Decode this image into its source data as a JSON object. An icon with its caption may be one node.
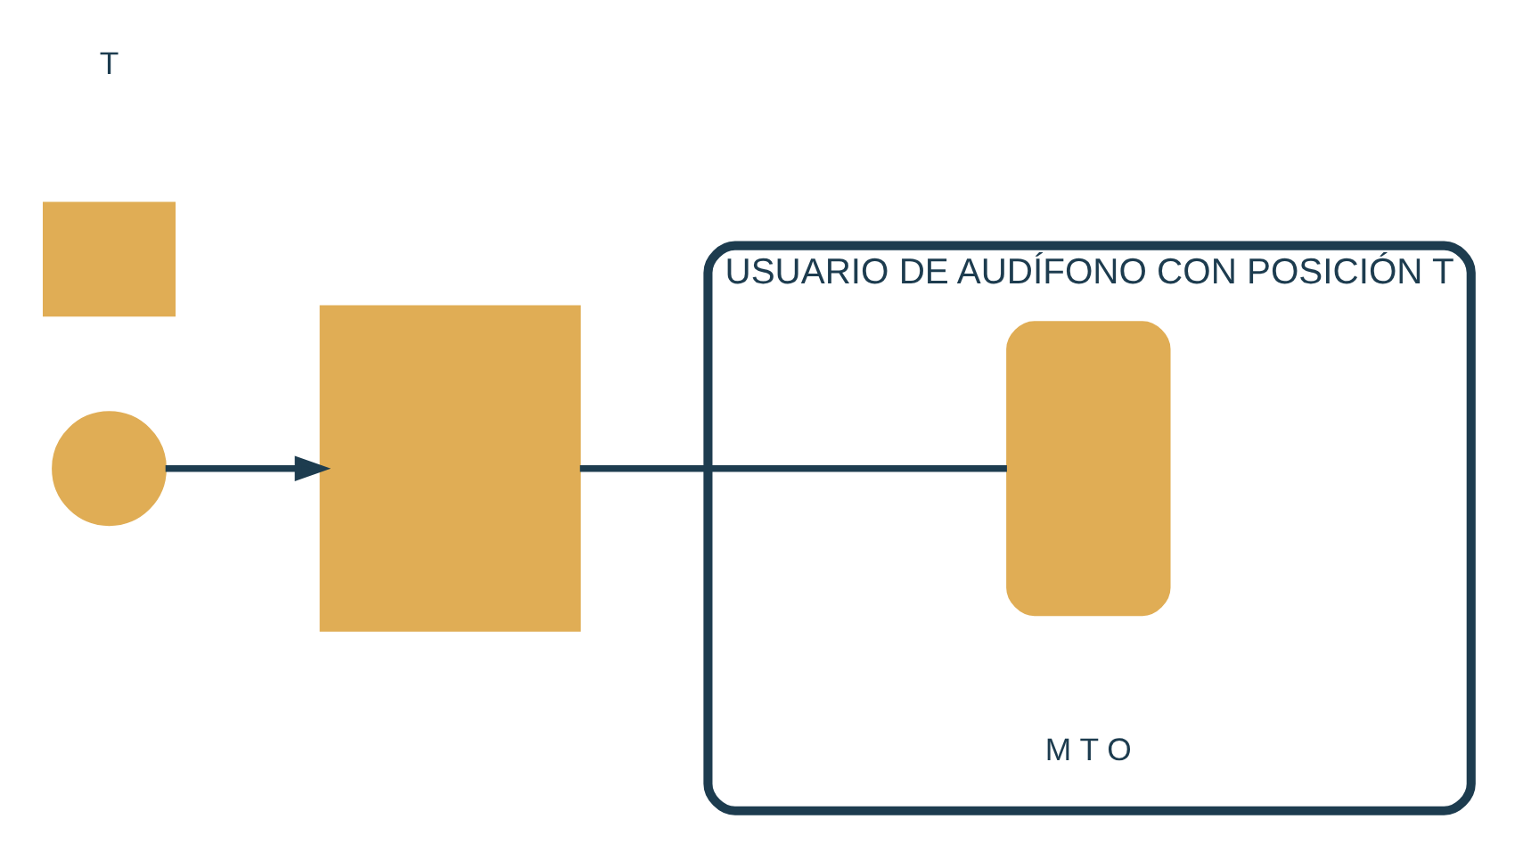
{
  "diagram": {
    "nodes": [
      {
        "text": [],
        "shape": "circle"
      },
      {
        "text": [],
        "shape": "box"
      },
      {
        "text": [],
        "shape": "box"
      },
      {
        "text": [
          "USUARIO DE AUDÍFONO CON POSICIÓN T"
        ]
      },
      {
        "text": [],
        "shape": "box",
        "in": 3
      }
    ],
    "edges": [
      {
        "from": 0,
        "to": 2,
        "arrow": "to"
      },
      {
        "from": 2,
        "to": 4,
        "arrow": "none"
      }
    ],
    "labels": [
      "T",
      "M T O"
    ]
  }
}
